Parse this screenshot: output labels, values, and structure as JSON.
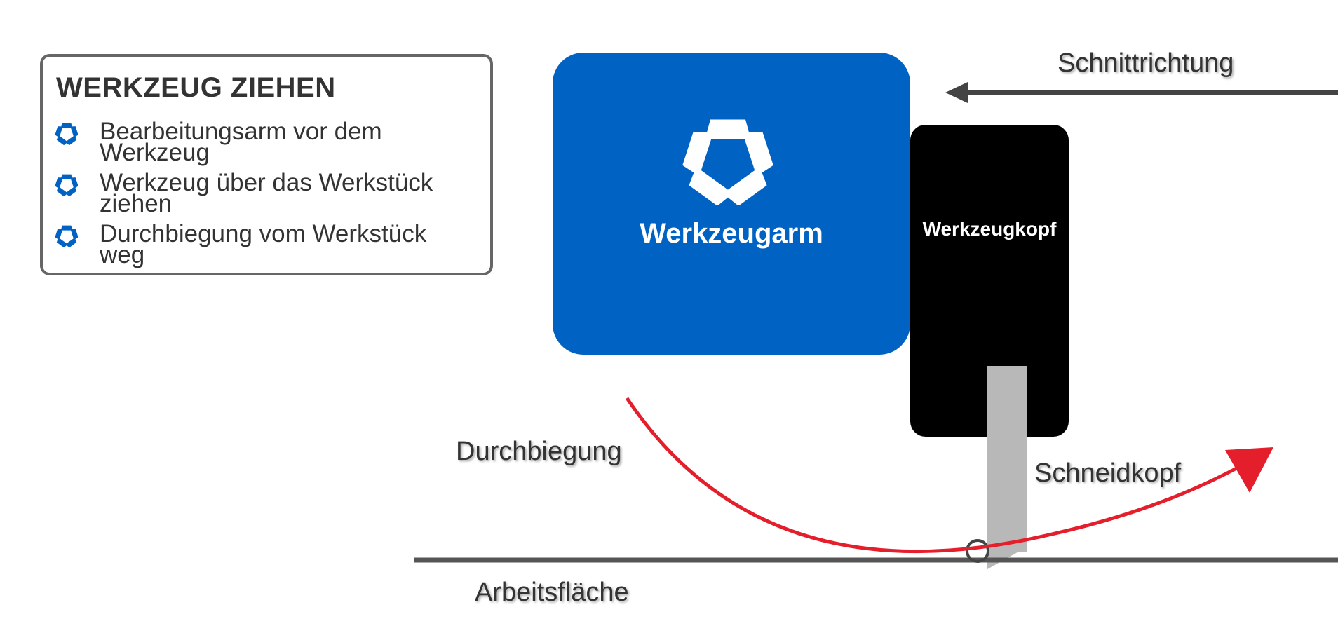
{
  "legend": {
    "title": "WERKZEUG ZIEHEN",
    "items": [
      {
        "line1": "Bearbeitungsarm vor dem",
        "line2": "Werkzeug"
      },
      {
        "line1": "Werkzeug über das Werkstück",
        "line2": "ziehen"
      },
      {
        "line1": "Durchbiegung vom Werkstück",
        "line2": "weg"
      }
    ]
  },
  "labels": {
    "arm": "Werkzeugarm",
    "head": "Werkzeugkopf",
    "cut_direction": "Schnittrichtung",
    "deflection": "Durchbiegung",
    "cutter": "Schneidkopf",
    "work_surface": "Arbeitsfläche"
  },
  "colors": {
    "brand_blue": "#0063c3",
    "arrow_red": "#e41e2b",
    "head_black": "#000000",
    "cutter_gray": "#b8b8b8",
    "surface_gray": "#555555"
  },
  "icons": {
    "bullet": "pentagon-logo-icon",
    "arm": "pentagon-logo-icon"
  }
}
